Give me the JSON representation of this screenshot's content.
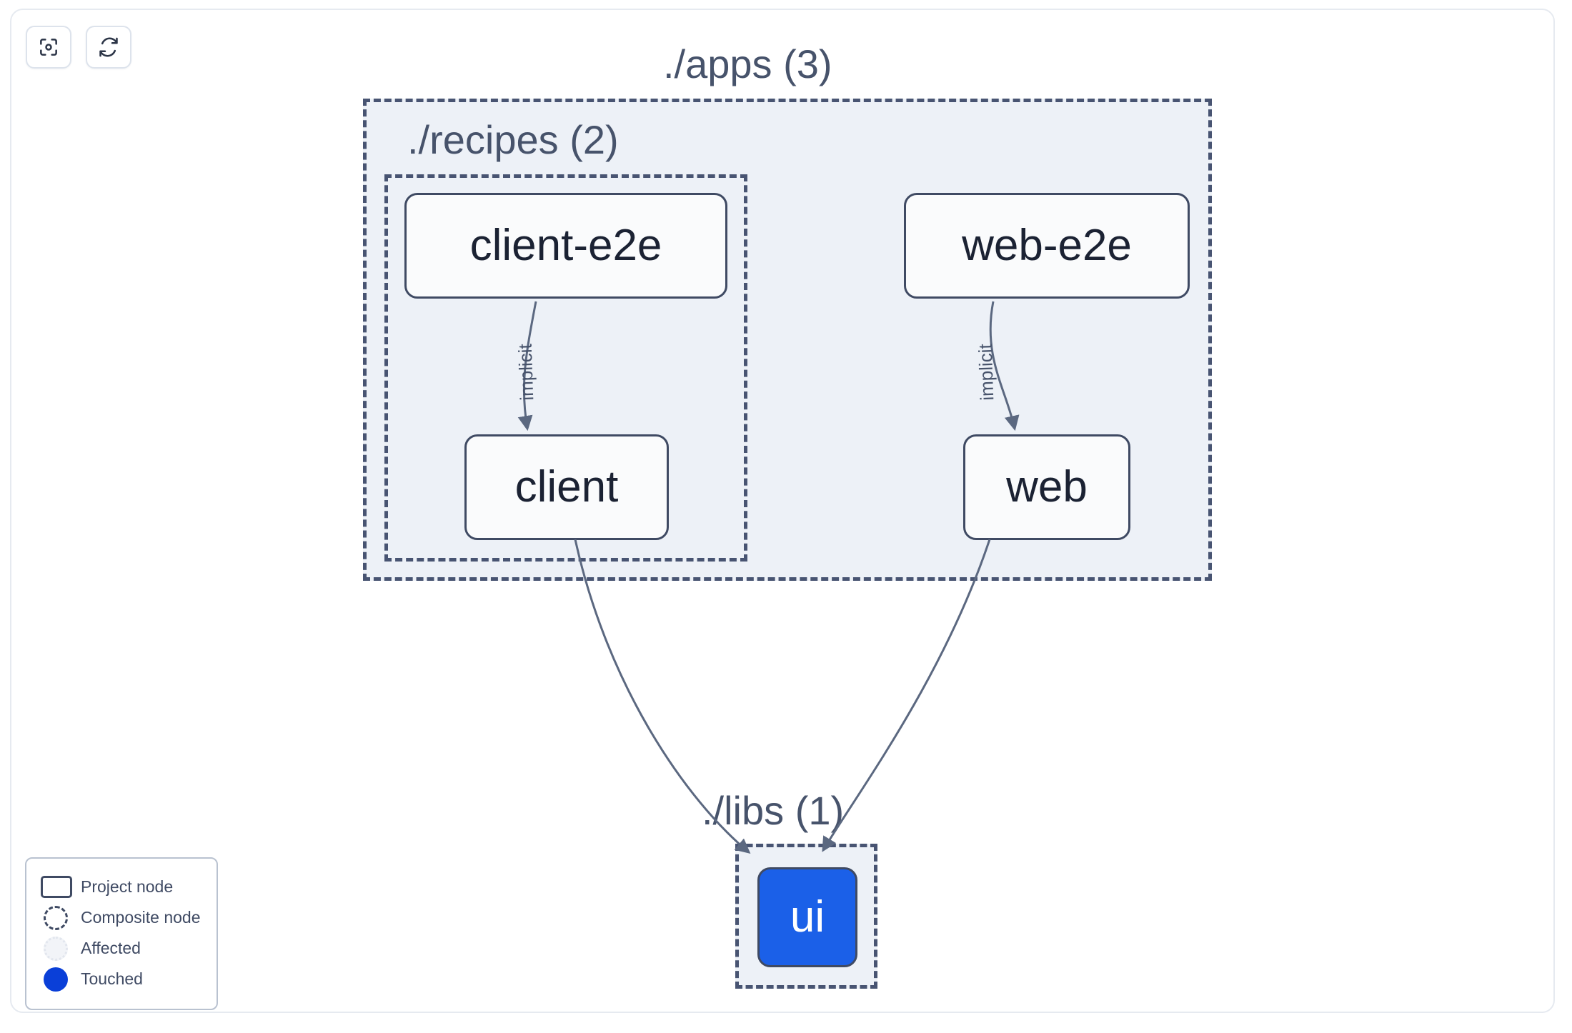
{
  "toolbar": {
    "buttons": [
      {
        "name": "focus-graph-button",
        "icon": "focus-target-icon",
        "title": "Focus graph"
      },
      {
        "name": "refresh-graph-button",
        "icon": "refresh-icon",
        "title": "Refresh graph"
      }
    ]
  },
  "graph": {
    "groups": [
      {
        "id": "apps",
        "label": "./apps (3)",
        "count": 3
      },
      {
        "id": "recipes",
        "label": "./recipes (2)",
        "count": 2
      },
      {
        "id": "libs",
        "label": "./libs (1)",
        "count": 1
      }
    ],
    "nodes": [
      {
        "id": "client-e2e",
        "label": "client-e2e",
        "group": "recipes",
        "state": "project"
      },
      {
        "id": "client",
        "label": "client",
        "group": "recipes",
        "state": "project"
      },
      {
        "id": "web-e2e",
        "label": "web-e2e",
        "group": "apps",
        "state": "project"
      },
      {
        "id": "web",
        "label": "web",
        "group": "apps",
        "state": "project"
      },
      {
        "id": "ui",
        "label": "ui",
        "group": "libs",
        "state": "touched"
      }
    ],
    "edges": [
      {
        "from": "client-e2e",
        "to": "client",
        "label": "implicit"
      },
      {
        "from": "web-e2e",
        "to": "web",
        "label": "implicit"
      },
      {
        "from": "client",
        "to": "ui",
        "label": ""
      },
      {
        "from": "web",
        "to": "ui",
        "label": ""
      }
    ]
  },
  "legend": {
    "items": [
      {
        "swatch": "project-node-swatch",
        "label": "Project node"
      },
      {
        "swatch": "composite-node-swatch",
        "label": "Composite node"
      },
      {
        "swatch": "affected-swatch",
        "label": "Affected"
      },
      {
        "swatch": "touched-swatch",
        "label": "Touched"
      }
    ]
  },
  "colors": {
    "touched": "#0a3fd8",
    "node_blue": "#1b60e8",
    "group_bg": "#edf1f7",
    "border_dark": "#3f4a63",
    "canvas_bg": "#ffffff"
  }
}
